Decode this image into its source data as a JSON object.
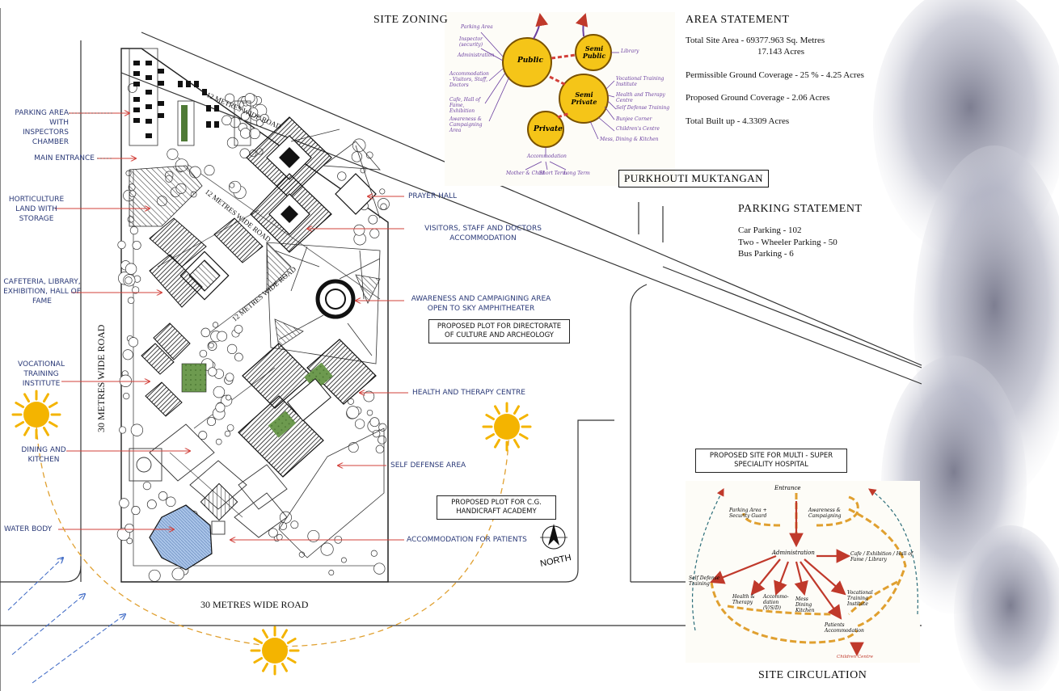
{
  "headings": {
    "site_zoning": "SITE ZONING",
    "area_statement": "AREA STATEMENT",
    "parking_statement": "PARKING STATEMENT",
    "site_circulation": "SITE CIRCULATION",
    "project_title": "PURKHOUTI MUKTANGAN",
    "north": "NORTH"
  },
  "area_statement": {
    "total_site_area": "Total Site Area - 69377.963 Sq. Metres",
    "total_site_area_acres": "17.143 Acres",
    "permissible_ground_coverage": "Permissible Ground Coverage - 25 % - 4.25 Acres",
    "proposed_ground_coverage": "Proposed Ground Coverage - 2.06 Acres",
    "total_built_up": "Total Built up - 4.3309 Acres"
  },
  "parking_statement": {
    "car": "Car Parking - 102",
    "two_wheeler": "Two - Wheeler Parking - 50",
    "bus": "Bus Parking - 6"
  },
  "left_labels": {
    "parking": "PARKING AREA WITH INSPECTORS CHAMBER",
    "main_entrance": "MAIN ENTRANCE",
    "horticulture": "HORTICULTURE LAND WITH STORAGE",
    "cafeteria": "CAFETERIA, LIBRARY, EXHIBITION, HALL OF FAME",
    "vocational": "VOCATIONAL TRAINING INSTITUTE",
    "dining": "DINING AND KITCHEN",
    "water_body": "WATER BODY"
  },
  "right_labels": {
    "prayer_hall": "PRAYER HALL",
    "visitors": "VISITORS, STAFF AND DOCTORS ACCOMMODATION",
    "awareness": "AWARENESS AND CAMPAIGNING AREA OPEN TO SKY AMPHITHEATER",
    "health": "HEALTH AND THERAPY CENTRE",
    "self_defense": "SELF DEFENSE AREA",
    "accommodation_patients": "ACCOMMODATION FOR PATIENTS"
  },
  "boxed_labels": {
    "directorate": "PROPOSED PLOT FOR DIRECTORATE OF CULTURE AND ARCHEOLOGY",
    "handicraft": "PROPOSED PLOT FOR C.G. HANDICRAFT ACADEMY",
    "hospital": "PROPOSED SITE FOR MULTI - SUPER SPECIALITY HOSPITAL"
  },
  "roads": {
    "road_12_top": "12 METRES WIDE ROAD",
    "road_12_mid": "12 METRES WIDE ROAD",
    "road_12_inner": "12 METRES WIDE ROAD",
    "road_30_left": "30 METRES WIDE ROAD",
    "road_30_bottom": "30 METRES WIDE ROAD"
  },
  "zoning_diagram": {
    "zones": [
      "Public",
      "Semi Public",
      "Semi Private",
      "Private"
    ],
    "public_items": [
      "Parking Area",
      "Inspector (security)",
      "Administration",
      "Accommodation - Visitors, Staff, Doctors",
      "Cafe, Hall of Fame, Exhibition",
      "Awareness & Campaigning Area"
    ],
    "semi_public_items": [
      "Library"
    ],
    "semi_private_items": [
      "Vocational Training Institute",
      "Health and Therapy Centre",
      "Self Defense Training",
      "Bunjee Corner",
      "Children's Centre",
      "Mess, Dining & Kitchen"
    ],
    "private_items": [
      "Accommodation",
      "Mother & Child",
      "Short Term",
      "Long Term"
    ]
  },
  "circulation_diagram": {
    "nodes": [
      "Entrance",
      "Parking Area + Security Guard",
      "Awareness & Campaigning",
      "Administration",
      "Cafe / Exhibition / Hall of Fame / Library",
      "Self Defense Training",
      "Health & Therapy",
      "Accommo-dation (V/S/D)",
      "Mess Dining Kitchen",
      "Vocational Training Institute",
      "Patients Accommodation",
      "Children Centre"
    ]
  },
  "colors": {
    "label_blue": "#2b3a78",
    "arrow_red": "#d2403a",
    "zone_yellow": "#f5c518",
    "zone_stroke": "#7a5200",
    "water": "#a9c4e8",
    "sun": "#f4b400",
    "path_orange": "#e0a030",
    "wind_blue": "#3a66c4"
  }
}
